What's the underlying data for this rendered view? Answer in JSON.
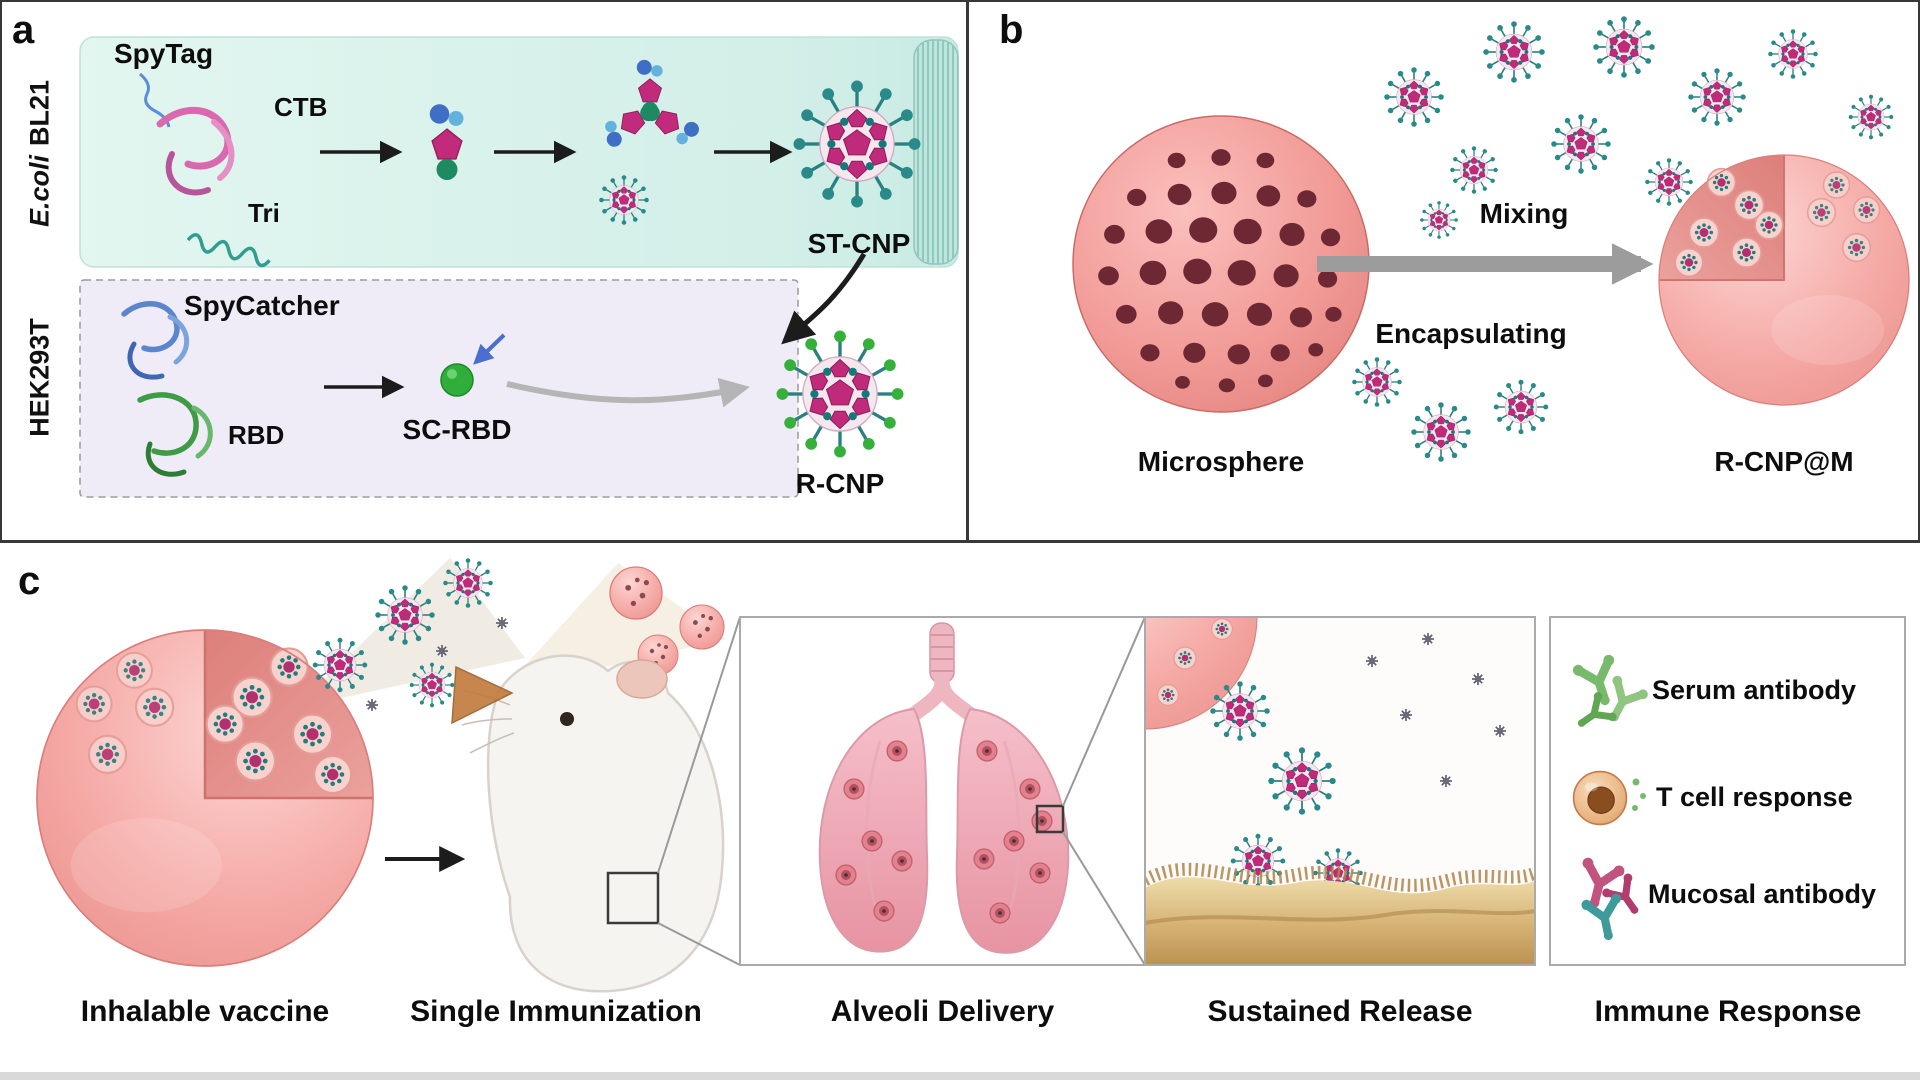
{
  "panel_a": {
    "letter": "a",
    "source_top_italic": "E.coli",
    "source_top_rest": "BL21",
    "source_bottom": "HEK293T",
    "spytag": "SpyTag",
    "ctb": "CTB",
    "tri": "Tri",
    "st_cnp": "ST-CNP",
    "spycatcher": "SpyCatcher",
    "rbd": "RBD",
    "sc_rbd": "SC-RBD",
    "r_cnp": "R-CNP"
  },
  "panel_b": {
    "letter": "b",
    "microsphere": "Microsphere",
    "mixing": "Mixing",
    "encapsulating": "Encapsulating",
    "r_cnp_m": "R-CNP@M"
  },
  "panel_c": {
    "letter": "c",
    "caption_inhalable": "Inhalable vaccine",
    "caption_immunization": "Single Immunization",
    "caption_alveoli": "Alveoli Delivery",
    "caption_sustained": "Sustained Release",
    "caption_immune": "Immune Response",
    "legend_serum": "Serum antibody",
    "legend_tcell": "T cell response",
    "legend_mucosal": "Mucosal antibody"
  },
  "colors": {
    "capsid_magenta": "#c02a7a",
    "capsid_teal": "#1f7d7d",
    "rbd_green": "#2fae3a",
    "microsphere_pink": "#f19995",
    "mucosa_tan": "#d8b678"
  }
}
